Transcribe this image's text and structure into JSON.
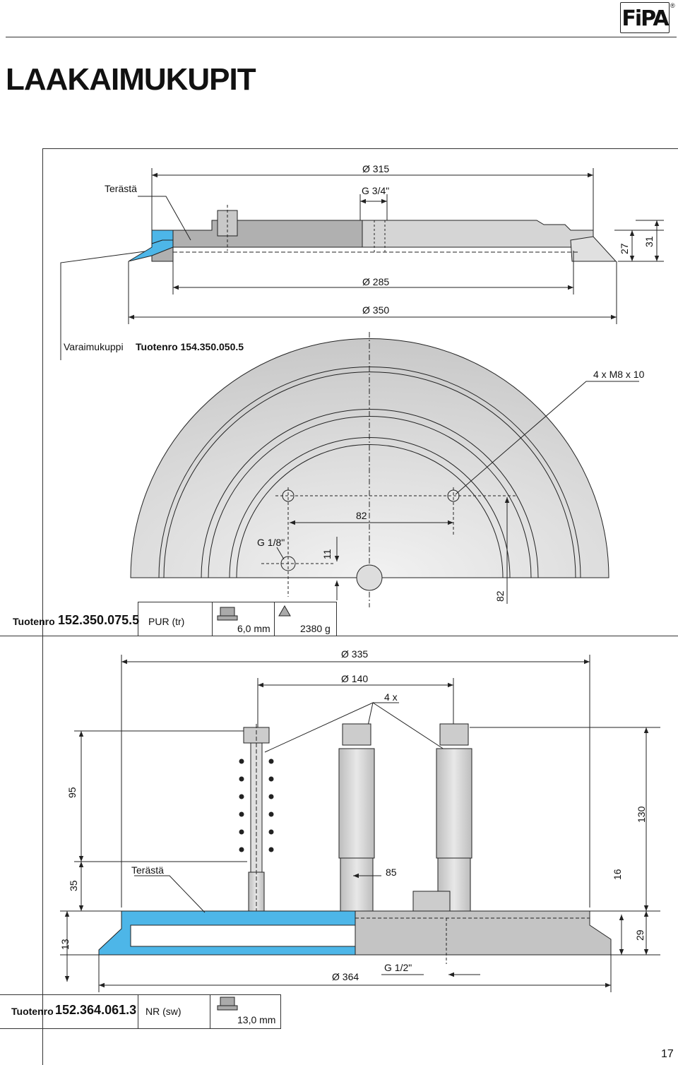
{
  "header": {
    "logo_text": "FiPA",
    "registered": "®"
  },
  "page_title": "LAAKAIMUKUPIT",
  "page_number": "17",
  "section1": {
    "material_label": "Terästä",
    "dims": {
      "d315": "Ø 315",
      "g34": "G 3/4\"",
      "d285": "Ø 285",
      "d350": "Ø 350",
      "h27": "27",
      "h31": "31"
    },
    "spare_label": "Varaimukuppi",
    "spare_product": "Tuotenro 154.350.050.5",
    "holes": "4 x M8 x 10",
    "d82h": "82",
    "g18": "G 1/8\"",
    "d11": "11",
    "d82v": "82",
    "product_label": "Tuotenro",
    "product_number": "152.350.075.5",
    "material": "PUR (tr)",
    "stroke": "6,0 mm",
    "weight": "2380 g"
  },
  "section2": {
    "dims": {
      "d335": "Ø 335",
      "d140": "Ø 140",
      "x4": "4 x",
      "h95": "95",
      "h130": "130",
      "h35": "35",
      "d85": "85",
      "h16": "16",
      "h13": "13",
      "h29": "29",
      "d364": "Ø 364",
      "g12": "G 1/2\""
    },
    "material_label": "Terästä",
    "product_label": "Tuotenro",
    "product_number": "152.364.061.3",
    "material": "NR (sw)",
    "stroke": "13,0 mm"
  },
  "colors": {
    "blue": "#4db6e8",
    "gray": "#b3b3b3",
    "light": "#e6e6e6",
    "line": "#222222"
  }
}
